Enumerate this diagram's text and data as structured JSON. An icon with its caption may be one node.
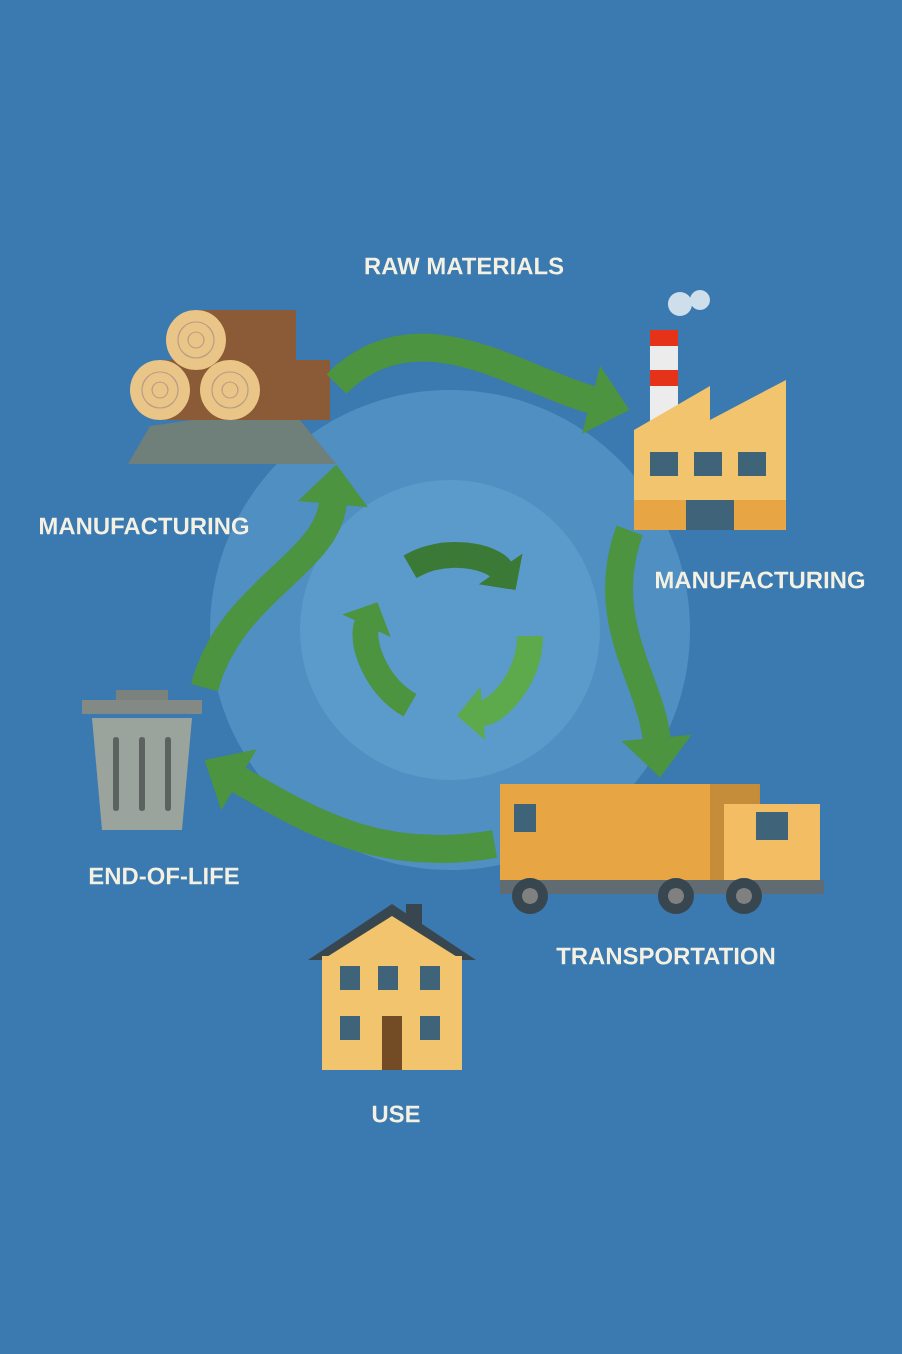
{
  "diagram": {
    "nodes": [
      {
        "text": [],
        "shape": "picture",
        "beside": [
          "RAW MATERIALS"
        ]
      },
      {
        "text": [],
        "shape": "picture",
        "beside": [
          "MANUFACTURING"
        ]
      },
      {
        "text": [],
        "shape": "picture",
        "beside": [
          "END-OF-LIFE"
        ]
      },
      {
        "text": [],
        "shape": "picture",
        "beside": [
          "TRANSPORTATION"
        ]
      }
    ],
    "edges": [
      {
        "from": 0,
        "to": 1,
        "arrow": "to"
      },
      {
        "from": 1,
        "to": 3,
        "arrow": "to"
      },
      {
        "from": 3,
        "to": 2,
        "arrow": "to"
      },
      {
        "from": 2,
        "to": 0,
        "arrow": "to"
      }
    ],
    "labels": [
      "MANUFACTURING",
      "USE"
    ]
  }
}
